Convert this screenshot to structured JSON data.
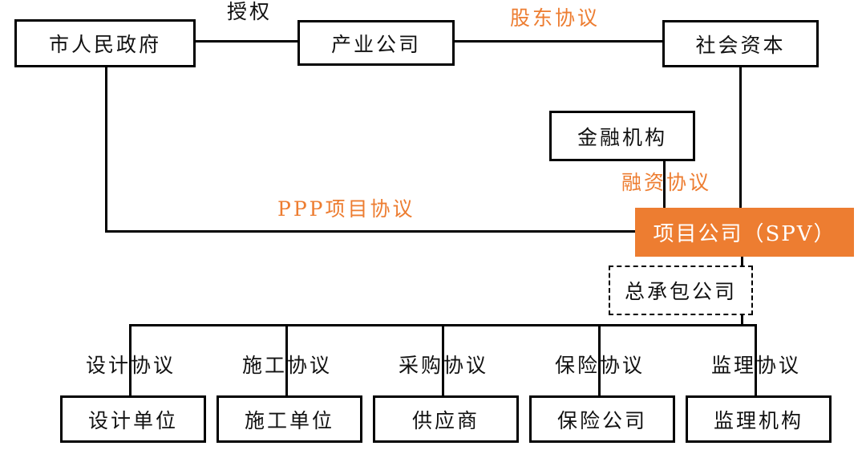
{
  "colors": {
    "accent": "#ED7D31",
    "line": "#000000",
    "box_background": "#FFFFFF",
    "text": "#111111",
    "spv_text": "#FFFFFF"
  },
  "nodes": {
    "government": "市人民政府",
    "industry_company": "产业公司",
    "social_capital": "社会资本",
    "financial_institution": "金融机构",
    "spv": "项目公司（SPV）",
    "general_contractor": "总承包公司",
    "design_unit": "设计单位",
    "construction_unit": "施工单位",
    "supplier": "供应商",
    "insurance_company": "保险公司",
    "supervision_agency": "监理机构"
  },
  "edge_labels": {
    "authorization": "授权",
    "shareholder_agreement": "股东协议",
    "financing_agreement": "融资协议",
    "ppp_project_agreement": "PPP项目协议",
    "design_agreement": "设计协议",
    "construction_agreement": "施工协议",
    "procurement_agreement": "采购协议",
    "insurance_agreement": "保险协议",
    "supervision_agreement": "监理协议"
  }
}
